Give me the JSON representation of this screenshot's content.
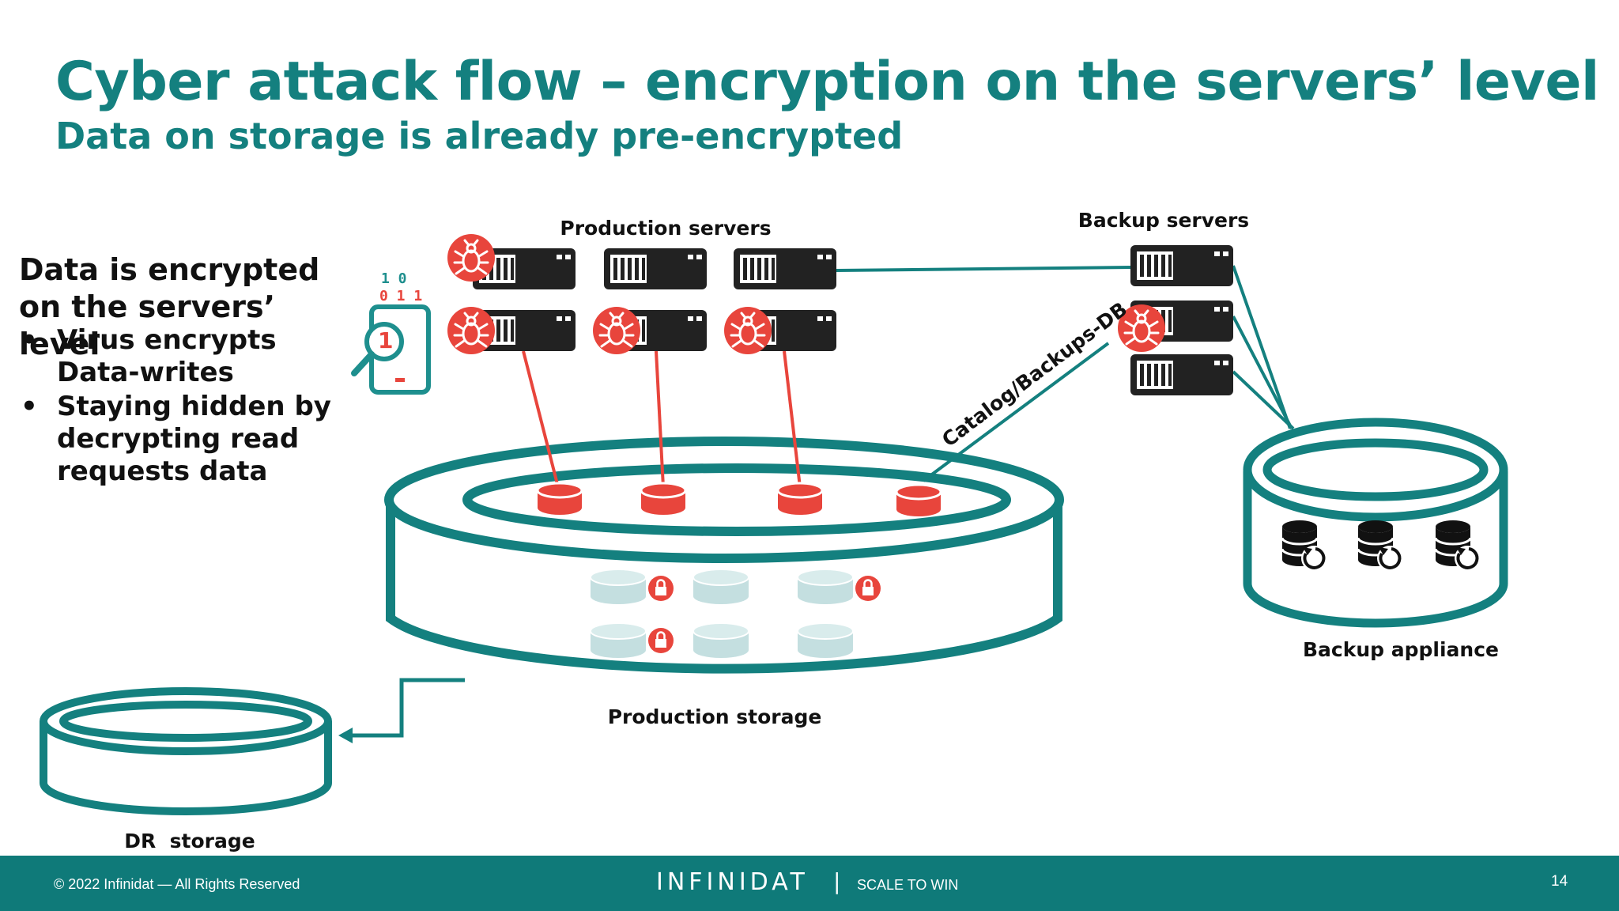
{
  "slide": {
    "title": "Cyber attack flow – encryption on the servers’ level",
    "subtitle": "Data on storage is already pre-encrypted"
  },
  "left_panel": {
    "heading": "Data is encrypted on the servers’ level",
    "bullets": [
      "Virus encrypts Data-writes",
      "Staying hidden by decrypting read requests data"
    ],
    "icon_digits": [
      "1 0",
      "0 1 1"
    ]
  },
  "diagram": {
    "production_servers_label": "Production servers",
    "backup_servers_label": "Backup servers",
    "catalog_label": "Catalog/Backups-DB",
    "production_storage_label": "Production storage",
    "backup_appliance_label": "Backup appliance",
    "dr_storage_label": "DR  storage"
  },
  "colors": {
    "teal": "#14807f",
    "red": "#e8453c",
    "server_black": "#222222",
    "footer": "#0f7a79"
  },
  "footer": {
    "copyright": "© 2022 Infinidat — All Rights Reserved",
    "brand": "INFINIDAT",
    "separator": "|",
    "tagline": "SCALE TO WIN",
    "page_number": "14"
  }
}
